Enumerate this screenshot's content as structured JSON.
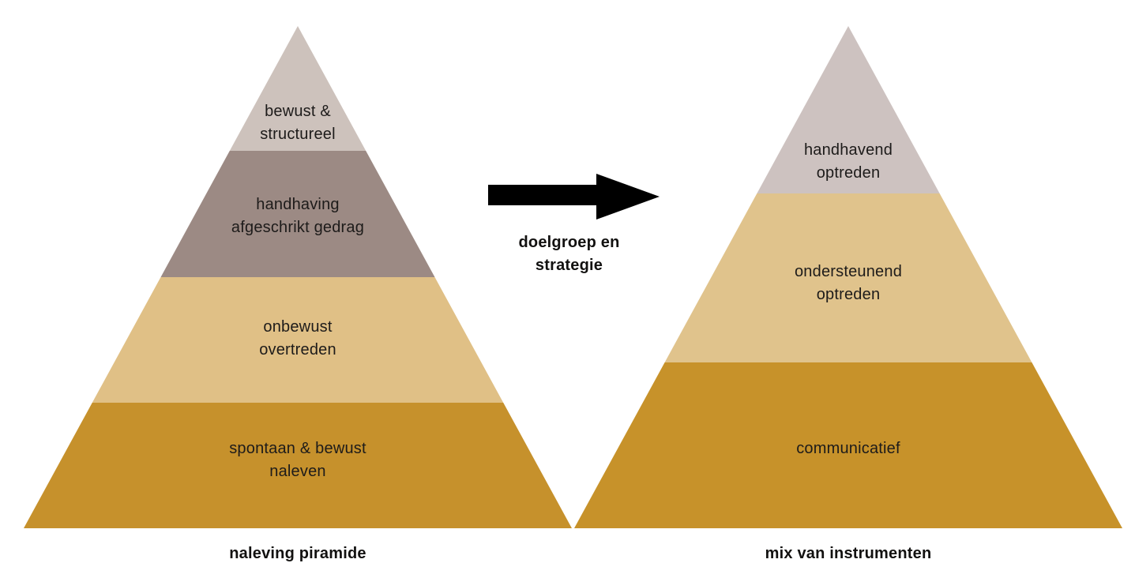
{
  "diagram": {
    "background": "#ffffff",
    "left_pyramid": {
      "caption": "naleving piramide",
      "levels": [
        {
          "label": "bewust &\nstructureel",
          "color": "#cdc2bc"
        },
        {
          "label": "handhaving\nafgeschrikt gedrag",
          "color": "#9c8a84"
        },
        {
          "label": "onbewust\novertreden",
          "color": "#e0c086"
        },
        {
          "label": "spontaan & bewust\nnaleven",
          "color": "#c6912c"
        }
      ]
    },
    "right_pyramid": {
      "caption": "mix van instrumenten",
      "levels": [
        {
          "label": "handhavend\noptreden",
          "color": "#cdc2c0"
        },
        {
          "label": "ondersteunend\noptreden",
          "color": "#e0c38c"
        },
        {
          "label": "communicatief",
          "color": "#c7922a"
        }
      ]
    },
    "arrow": {
      "color": "#000000",
      "label": "doelgroep en\nstrategie"
    }
  }
}
